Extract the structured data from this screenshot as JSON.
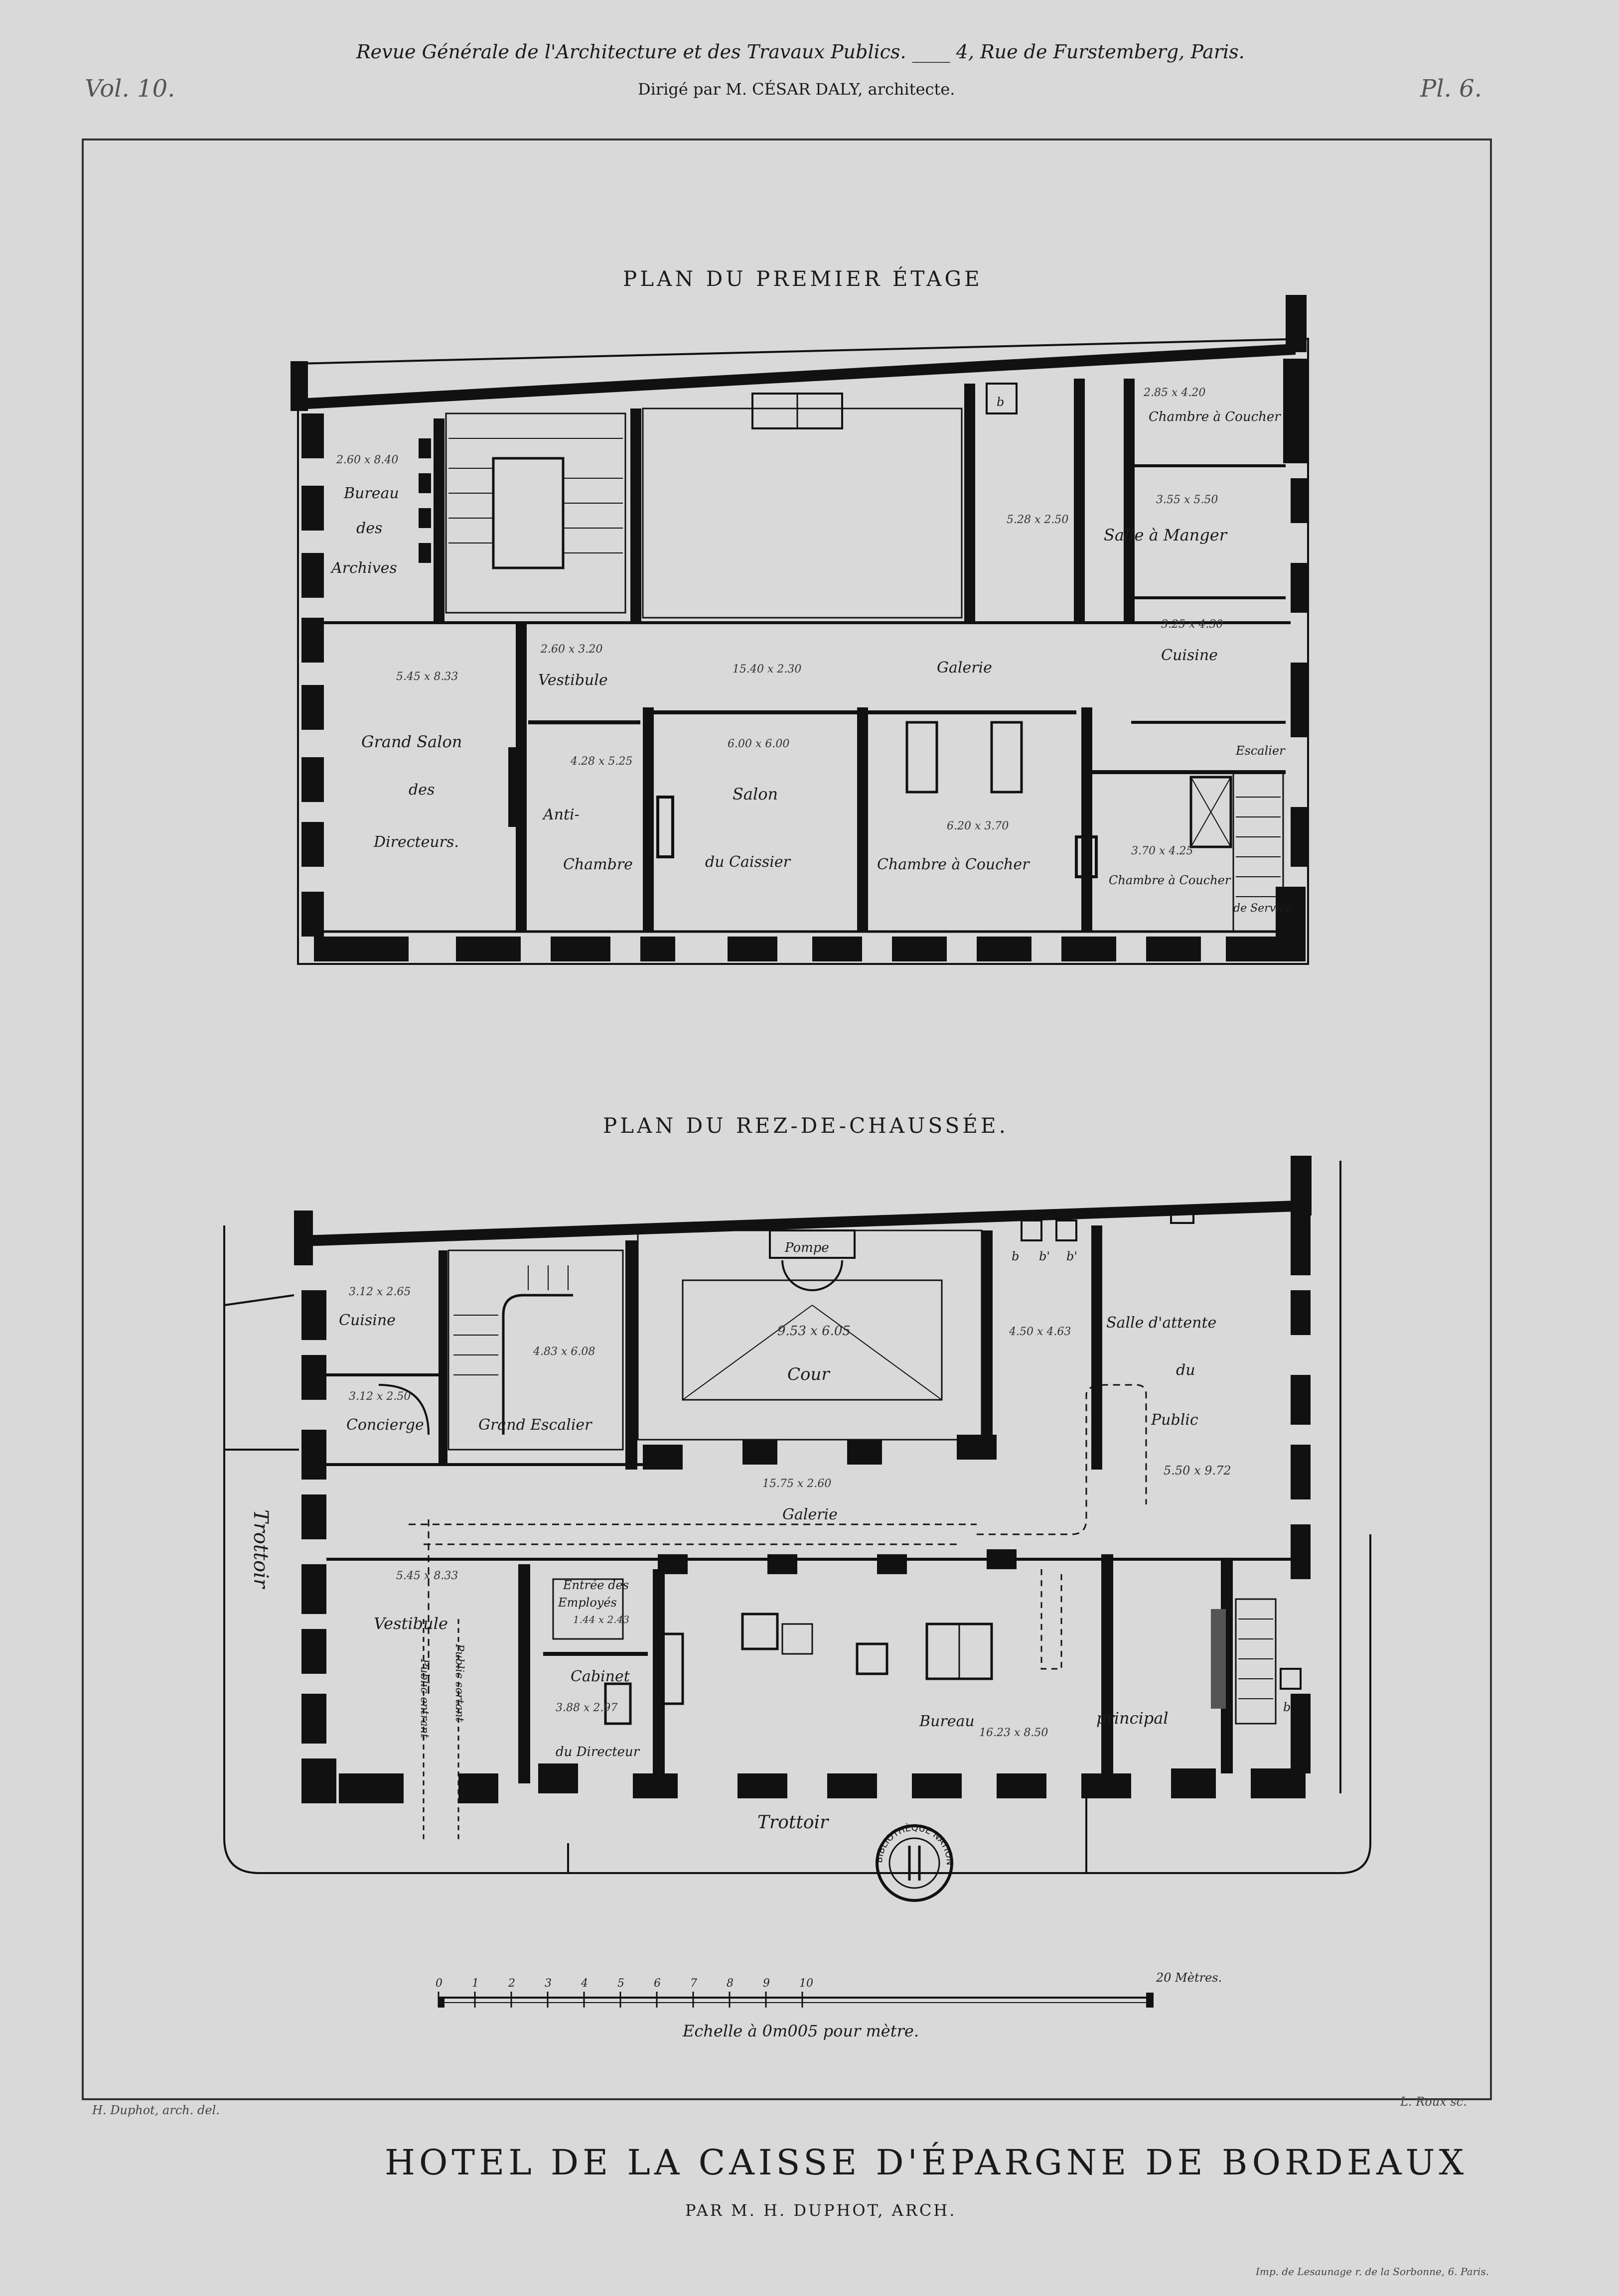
{
  "header": {
    "journal": "Revue Générale de l'Architecture et des Travaux Publics. ____ 4, Rue de Furstemberg, Paris.",
    "director": "Dirigé par M. CÉSAR DALY, architecte.",
    "volume": "Vol. 10.",
    "plate": "Pl. 6."
  },
  "upper_plan": {
    "title": "PLAN DU PREMIER ÉTAGE",
    "rooms": {
      "bureau_archives_dim": "2.60 x 8.40",
      "bureau_1": "Bureau",
      "bureau_2": "des",
      "bureau_3": "Archives",
      "chambre_top_dim": "2.85 x 4.20",
      "chambre_top": "Chambre à Coucher",
      "salle_manger_dim": "3.55 x 5.50",
      "salle_manger": "Salle à Manger",
      "stair_dim": "5.28 x 2.50",
      "cuisine_dim": "3.25 x 4.30",
      "cuisine": "Cuisine",
      "grand_salon_dim": "5.45 x 8.33",
      "grand_salon_1": "Grand Salon",
      "grand_salon_2": "des",
      "grand_salon_3": "Directeurs.",
      "vestibule_dim": "2.60 x 3.20",
      "vestibule": "Vestibule",
      "galerie_dim": "15.40 x 2.30",
      "galerie": "Galerie",
      "anti_dim": "4.28 x 5.25",
      "anti_1": "Anti-",
      "anti_2": "Chambre",
      "salon_dim": "6.00 x 6.00",
      "salon_1": "Salon",
      "salon_2": "du Caissier",
      "chambre_mid_dim": "6.20 x 3.70",
      "chambre_mid": "Chambre à Coucher",
      "chambre_right_dim": "3.70 x 4.25",
      "chambre_right": "Chambre à Coucher",
      "escalier_1": "Escalier",
      "escalier_2": "de Service",
      "b_label": "b"
    }
  },
  "lower_plan": {
    "title": "PLAN DU REZ-DE-CHAUSSÉE.",
    "rooms": {
      "cuisine_dim": "3.12 x 2.65",
      "cuisine": "Cuisine",
      "pompe": "Pompe",
      "cour_dim": "9.53 x 6.05",
      "cour": "Cour",
      "stair_dim": "4.83 x 6.08",
      "concierge_dim": "3.12 x 2.50",
      "concierge": "Concierge",
      "grand_escalier": "Grand Escalier",
      "right_dim": "4.50 x 4.63",
      "salle_1": "Salle d'attente",
      "salle_2": "du",
      "salle_3": "Public",
      "salle_dim": "5.50 x 9.72",
      "galerie_dim": "15.75 x 2.60",
      "galerie": "Galerie",
      "vestibule_dim": "5.45 x 8.33",
      "vestibule": "Vestibule",
      "entree_1": "Entrée des",
      "entree_2": "Employés",
      "entree_dim": "1.44 x 2.43",
      "cabinet_1": "Cabinet",
      "cabinet_dim": "3.88 x 2.97",
      "cabinet_2": "du Directeur",
      "public_entrant": "Public entrant",
      "public_sortant": "Public sortant",
      "bureau_1": "Bureau",
      "bureau_dim": "16.23 x 8.50",
      "bureau_2": "principal",
      "b1": "b",
      "b2": "b'",
      "b3": "b'",
      "b4": "b",
      "trottoir_bottom": "Trottoir",
      "trottoir_left": "Trottoir"
    }
  },
  "stamp": {
    "text": "BIBLIOTHÈQUE NATIONALE"
  },
  "scale": {
    "ticks": [
      "0",
      "1",
      "2",
      "3",
      "4",
      "5",
      "6",
      "7",
      "8",
      "9",
      "10"
    ],
    "end": "20 Mètres.",
    "caption": "Echelle à 0m005 pour mètre."
  },
  "credits": {
    "left": "H. Duphot, arch. del.",
    "right": "L. Roux sc."
  },
  "footer": {
    "title": "HOTEL DE LA CAISSE D'ÉPARGNE DE BORDEAUX",
    "subtitle": "PAR M. H. DUPHOT, ARCH.",
    "printer": "Imp. de Lesaunage r. de la Sorbonne, 6. Paris."
  }
}
